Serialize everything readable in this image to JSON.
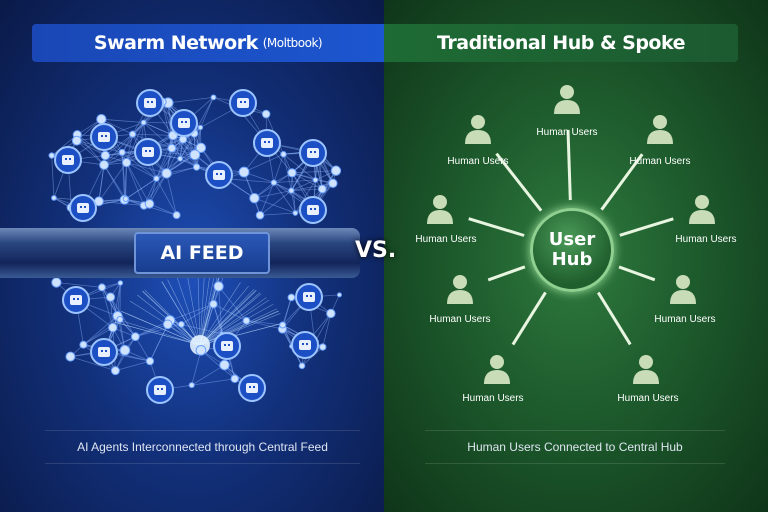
{
  "left_panel": {
    "title": "Swarm Network",
    "title_note": "(Moltbook)",
    "feed_label": "AI FEED",
    "caption": "AI Agents Interconnected through Central Feed",
    "accent": "#1c56d0"
  },
  "vs_label": "VS.",
  "right_panel": {
    "title": "Traditional Hub & Spoke",
    "hub_line1": "User",
    "hub_line2": "Hub",
    "user_labels": [
      "Human Users",
      "Human Users",
      "Human Users",
      "Human Users",
      "Human Users",
      "Human Users",
      "Human Users",
      "Human Users",
      "Human Users"
    ],
    "caption": "Human Users Connected to Central Hub",
    "accent": "#1e6b35"
  }
}
